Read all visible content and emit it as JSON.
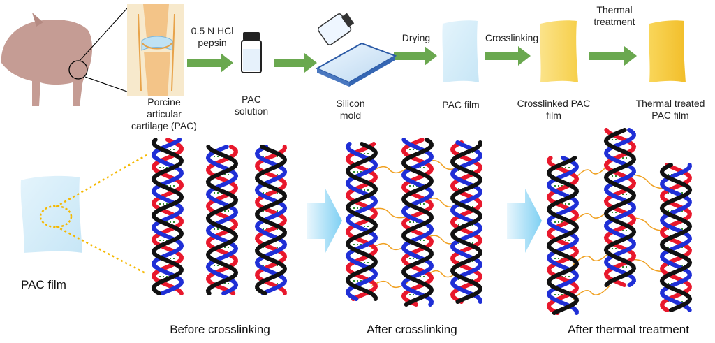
{
  "labels": {
    "pac_source": "Porcine\narticular\ncartilage (PAC)",
    "step1": "0.5 N HCl\npepsin",
    "pac_solution": "PAC\nsolution",
    "silicon_mold": "Silicon\nmold",
    "step_drying": "Drying",
    "pac_film": "PAC film",
    "step_crosslinking": "Crosslinking",
    "crosslinked_film": "Crosslinked PAC\nfilm",
    "step_thermal": "Thermal\ntreatment",
    "thermal_film": "Thermal treated\nPAC film",
    "film_zoom": "PAC film",
    "stage_before": "Before crosslinking",
    "stage_after_crosslink": "After crosslinking",
    "stage_after_thermal": "After thermal treatment"
  },
  "colors": {
    "arrow_green": "#6aa84f",
    "film_blue": "#d4ecf8",
    "film_yellow": "#f8d96a",
    "strand_red": "#e8182c",
    "strand_blue": "#1f2fd6",
    "strand_black": "#111111",
    "crosslink_orange": "#f0a020",
    "hbond_green": "#2e8b2e",
    "zoom_dots": "#f5b800"
  }
}
